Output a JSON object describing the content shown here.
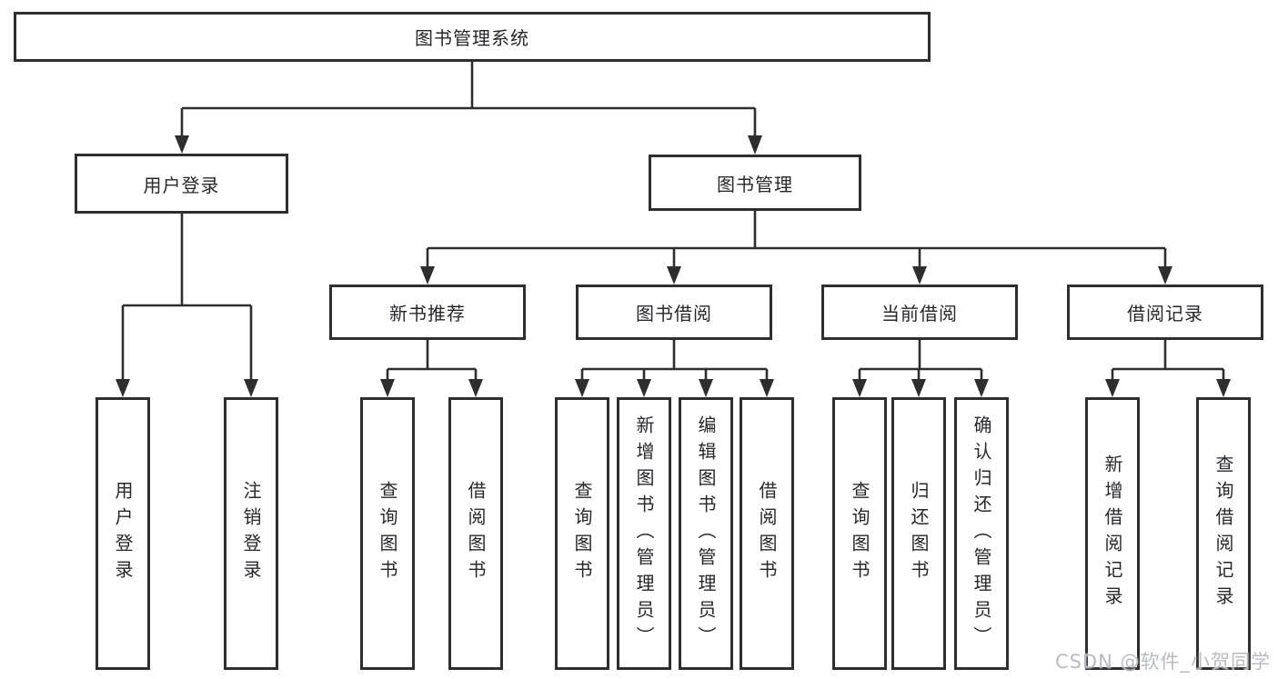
{
  "diagram": {
    "root": {
      "label": "图书管理系统"
    },
    "branches": [
      {
        "label": "用户登录",
        "children": [
          {
            "label": "用户登录"
          },
          {
            "label": "注销登录"
          }
        ]
      },
      {
        "label": "图书管理",
        "children": [
          {
            "label": "新书推荐",
            "children": [
              {
                "label": "查询图书"
              },
              {
                "label": "借阅图书"
              }
            ]
          },
          {
            "label": "图书借阅",
            "children": [
              {
                "label": "查询图书"
              },
              {
                "label": "新增图书（管理员）"
              },
              {
                "label": "编辑图书（管理员）"
              },
              {
                "label": "借阅图书"
              }
            ]
          },
          {
            "label": "当前借阅",
            "children": [
              {
                "label": "查询图书"
              },
              {
                "label": "归还图书"
              },
              {
                "label": "确认归还（管理员）"
              }
            ]
          },
          {
            "label": "借阅记录",
            "children": [
              {
                "label": "新增借阅记录"
              },
              {
                "label": "查询借阅记录"
              }
            ]
          }
        ]
      }
    ]
  },
  "watermark": {
    "text": "CSDN @软件_小贺同学"
  },
  "colors": {
    "line": "#2e2e2e",
    "box_border": "#2e2e2e",
    "background": "#ffffff",
    "text": "#26282b",
    "watermark": "#b4b8bd"
  }
}
